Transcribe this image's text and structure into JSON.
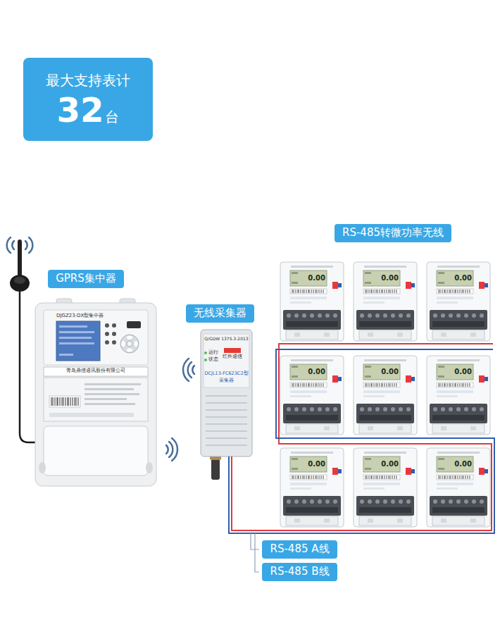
{
  "diagram": {
    "nodes": [
      {
        "text": [
          "最大支持表计",
          "32",
          "台"
        ]
      },
      {
        "text": [
          "GPRS集中器"
        ]
      },
      {
        "text": [
          "无线采集器"
        ]
      },
      {
        "text": [
          "RS-485转微功率无线"
        ]
      },
      {
        "text": [
          "RS-485 A线"
        ]
      },
      {
        "text": [
          "RS-485 B线"
        ]
      }
    ],
    "labels": [
      "DJGZ23-DX型集中器",
      "青岛鼎信通讯股份有限公司",
      "Q/GDW 1375.3-2013",
      "DCJL13-FC623C2型",
      "采集器",
      "运行",
      "状态",
      "红外通信",
      "0.00",
      "0.00",
      "0.00",
      "0.00",
      "0.00",
      "0.00",
      "0.00",
      "0.00",
      "0.00"
    ]
  }
}
